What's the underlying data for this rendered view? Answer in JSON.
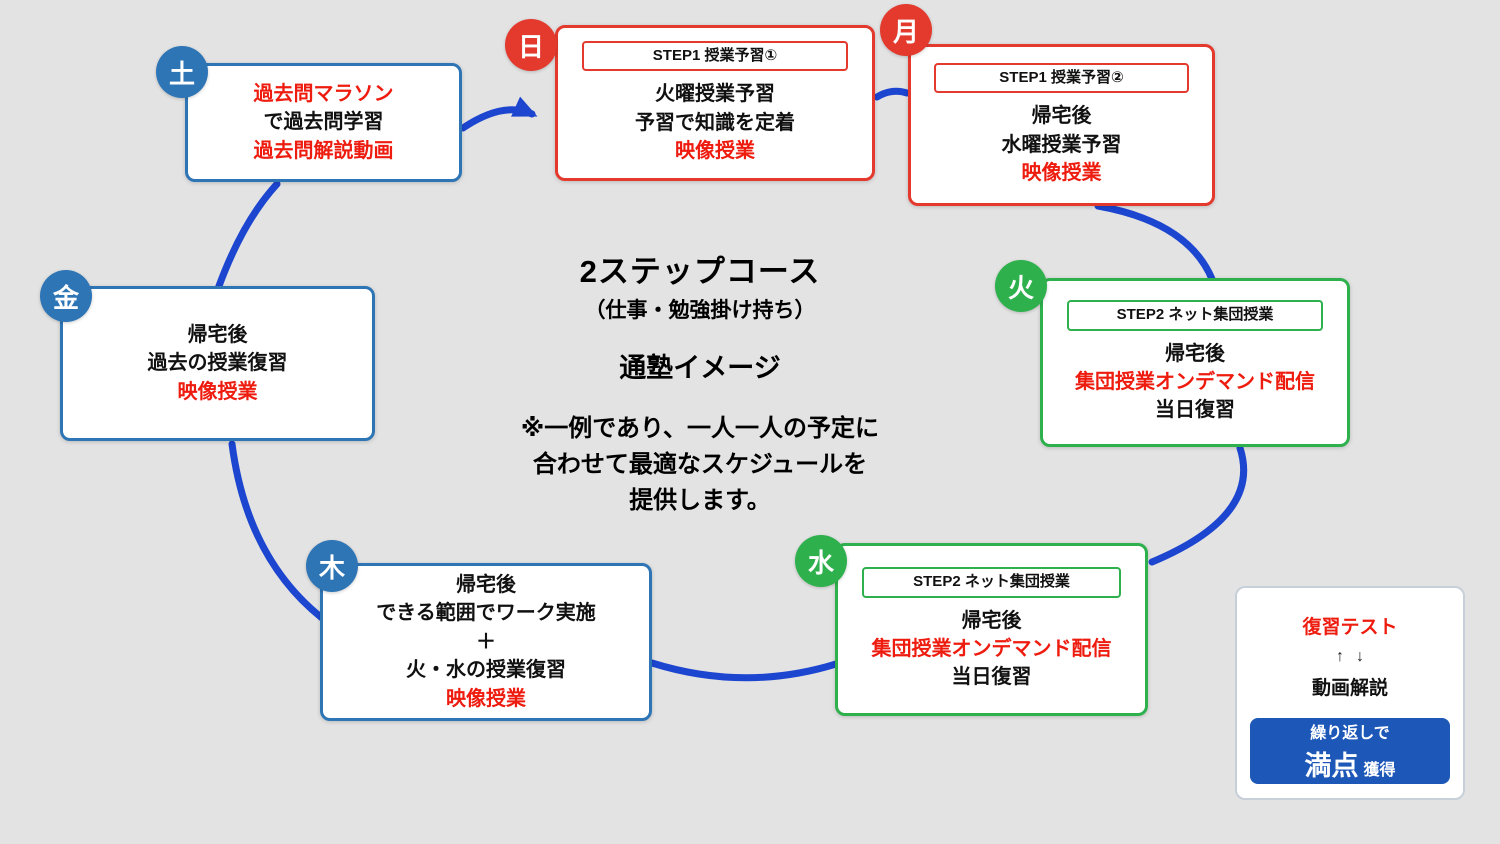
{
  "colors": {
    "bg": "#e3e3e3",
    "blue": "#2e75b6",
    "red": "#e43a2e",
    "green": "#2eb04d",
    "redText": "#ee1c0f",
    "arrow": "#1c45d0",
    "ctaBlue": "#1d57b8"
  },
  "center": {
    "title": "2ステップコース",
    "subtitle": "（仕事・勉強掛け持ち）",
    "heading": "通塾イメージ",
    "note_lines": [
      "※一例であり、一人一人の予定に",
      "合わせて最適なスケジュールを",
      "提供します。"
    ]
  },
  "days": {
    "sat": {
      "badge": "土",
      "lines": [
        "過去問マラソン",
        "で過去問学習",
        "過去問解説動画"
      ]
    },
    "sun": {
      "badge": "日",
      "step": "STEP1 授業予習①",
      "lines": [
        "火曜授業予習",
        "予習で知識を定着",
        "映像授業"
      ]
    },
    "mon": {
      "badge": "月",
      "step": "STEP1 授業予習②",
      "lines": [
        "帰宅後",
        "水曜授業予習",
        "映像授業"
      ]
    },
    "tue": {
      "badge": "火",
      "step": "STEP2 ネット集団授業",
      "lines": [
        "帰宅後",
        "集団授業オンデマンド配信",
        "当日復習"
      ]
    },
    "wed": {
      "badge": "水",
      "step": "STEP2 ネット集団授業",
      "lines": [
        "帰宅後",
        "集団授業オンデマンド配信",
        "当日復習"
      ]
    },
    "thu": {
      "badge": "木",
      "lines": [
        "帰宅後",
        "できる範囲でワーク実施",
        "＋",
        "火・水の授業復習",
        "映像授業"
      ]
    },
    "fri": {
      "badge": "金",
      "lines": [
        "帰宅後",
        "過去の授業復習",
        "映像授業"
      ]
    }
  },
  "review": {
    "test": "復習テスト",
    "arrow_up": "↑",
    "arrow_down": "↓",
    "video": "動画解説",
    "cta_top": "繰り返しで",
    "cta_main": "満点",
    "cta_suffix": "獲得"
  }
}
